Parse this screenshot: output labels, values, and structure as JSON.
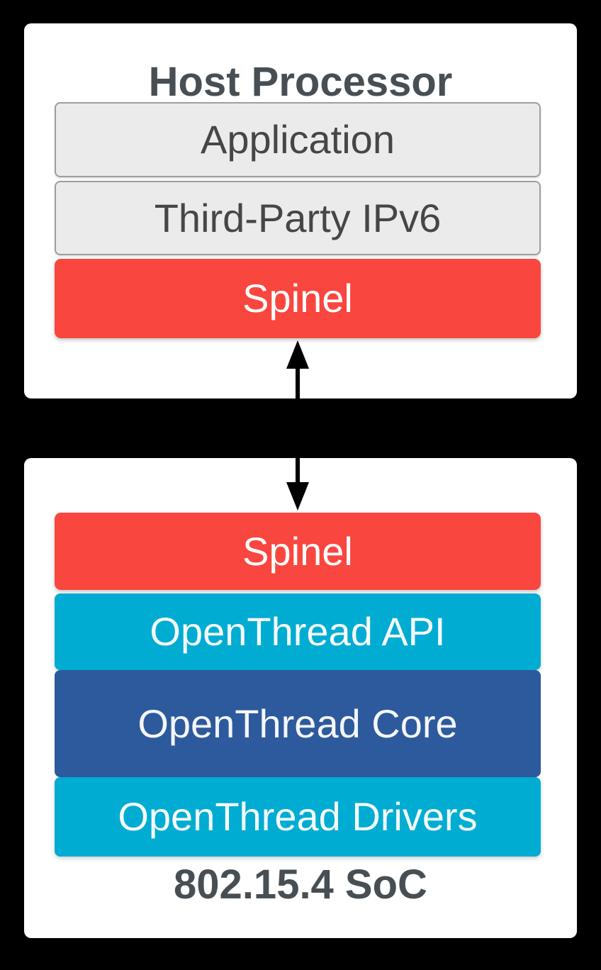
{
  "diagram": {
    "host": {
      "title": "Host Processor",
      "layers": [
        {
          "label": "Application",
          "style": "gray"
        },
        {
          "label": "Third-Party IPv6",
          "style": "gray"
        },
        {
          "label": "Spinel",
          "style": "red"
        }
      ]
    },
    "connector": {
      "icon": "double-headed-vertical-arrow",
      "connects": [
        "Spinel (Host Processor)",
        "Spinel (802.15.4 SoC)"
      ]
    },
    "soc": {
      "title": "802.15.4 SoC",
      "layers": [
        {
          "label": "Spinel",
          "style": "red"
        },
        {
          "label": "OpenThread API",
          "style": "cyan"
        },
        {
          "label": "OpenThread Core",
          "style": "navy"
        },
        {
          "label": "OpenThread Drivers",
          "style": "cyan"
        }
      ]
    }
  },
  "colors": {
    "background": "#000000",
    "panel": "#FFFFFF",
    "title": "#474F54",
    "gray-fill": "#EBEBEB",
    "gray-border": "#9E9E9E",
    "gray-text": "#454746",
    "red": "#F9463E",
    "cyan": "#00ACD2",
    "navy": "#2D5A9C",
    "arrow": "#000000"
  }
}
